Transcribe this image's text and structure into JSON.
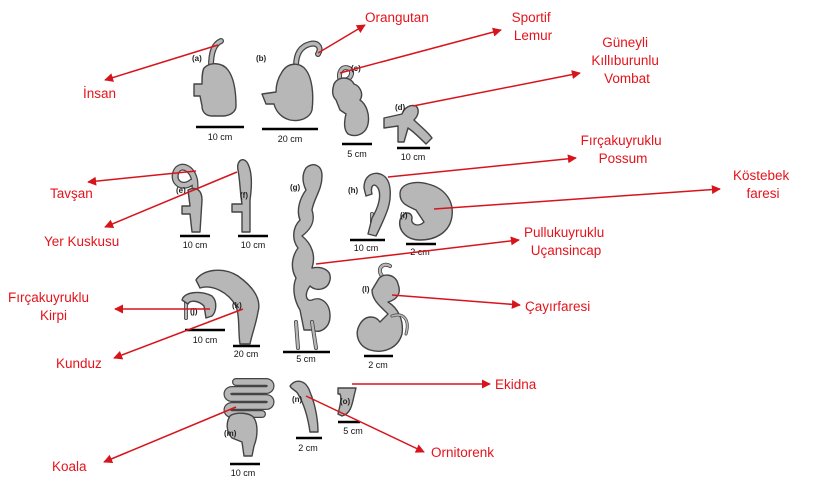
{
  "colors": {
    "label": "#e4141c",
    "arrow": "#d7141c",
    "organ_fill": "#b7b7b7",
    "organ_stroke": "#444444"
  },
  "species": [
    {
      "id": "a",
      "lines": [
        "İnsan"
      ]
    },
    {
      "id": "b",
      "lines": [
        "Orangutan"
      ]
    },
    {
      "id": "c",
      "lines": [
        "Sportif",
        "Lemur"
      ]
    },
    {
      "id": "d",
      "lines": [
        "Güneyli",
        "Kıllıburunlu",
        "Vombat"
      ]
    },
    {
      "id": "e",
      "lines": [
        "Tavşan"
      ]
    },
    {
      "id": "f",
      "lines": [
        "Yer Kuskusu"
      ]
    },
    {
      "id": "g",
      "lines": [
        "Pullukuyruklu",
        "Uçansincap"
      ]
    },
    {
      "id": "h",
      "lines": [
        "Fırçakuyruklu",
        "Possum"
      ]
    },
    {
      "id": "i",
      "lines": [
        "Köstebek",
        "faresi"
      ]
    },
    {
      "id": "j",
      "lines": [
        "Fırçakuyruklu",
        "Kirpi"
      ]
    },
    {
      "id": "k",
      "lines": [
        "Kunduz"
      ]
    },
    {
      "id": "l",
      "lines": [
        "Çayırfaresi"
      ]
    },
    {
      "id": "m",
      "lines": [
        "Koala"
      ]
    },
    {
      "id": "n",
      "lines": [
        "Ornitorenk"
      ]
    },
    {
      "id": "o",
      "lines": [
        "Ekidna"
      ]
    }
  ],
  "panel_tags": {
    "a": "(a)",
    "b": "(b)",
    "c": "(c)",
    "d": "(d)",
    "e": "(e)",
    "f": "(f)",
    "g": "(g)",
    "h": "(h)",
    "i": "(i)",
    "j": "(j)",
    "k": "(k)",
    "l": "(l)",
    "m": "(m)",
    "n": "(n)",
    "o": "(o)"
  },
  "scale_bars": {
    "a": "10 cm",
    "b": "20 cm",
    "c": "5 cm",
    "d": "10 cm",
    "e": "10 cm",
    "f": "10 cm",
    "g": "5 cm",
    "h": "10 cm",
    "i": "2 cm",
    "j": "10 cm",
    "k": "20 cm",
    "l": "2 cm",
    "m": "10 cm",
    "n": "2 cm",
    "o": "5 cm"
  }
}
